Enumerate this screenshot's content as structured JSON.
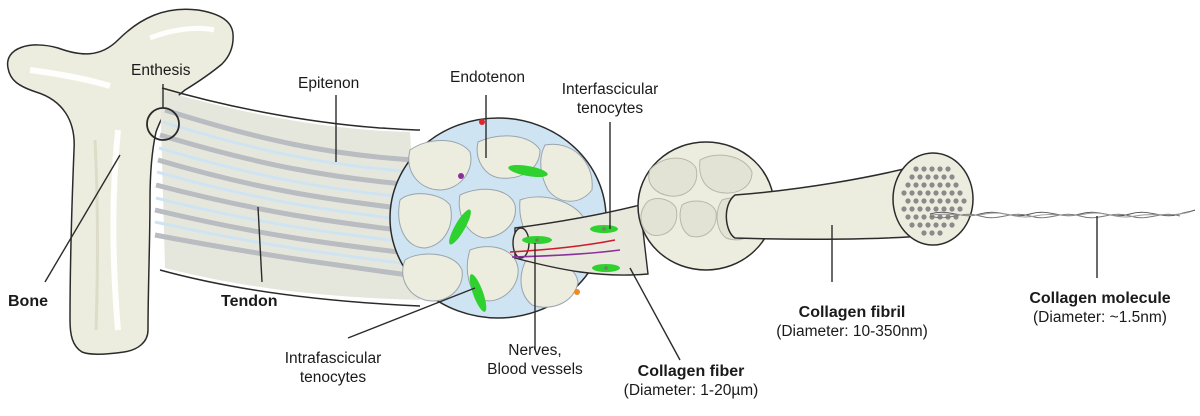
{
  "labels": {
    "enthesis": "Enthesis",
    "epitenon": "Epitenon",
    "endotenon": "Endotenon",
    "interfascicular_line1": "Interfascicular",
    "interfascicular_line2": "tenocytes",
    "bone": "Bone",
    "tendon": "Tendon",
    "intrafascicular_line1": "Intrafascicular",
    "intrafascicular_line2": "tenocytes",
    "nerves_line1": "Nerves,",
    "nerves_line2": "Blood vessels",
    "collagen_fiber": "Collagen fiber",
    "collagen_fiber_diameter": "(Diameter: 1-20µm)",
    "collagen_fibril": "Collagen fibril",
    "collagen_fibril_diameter": "(Diameter: 10-350nm)",
    "collagen_molecule": "Collagen molecule",
    "collagen_molecule_diameter": "(Diameter: ~1.5nm)"
  },
  "colors": {
    "outline": "#2b2b2b",
    "bone_fill": "#ededdf",
    "tissue_fill": "#efefe4",
    "sheath_blue": "#cfe4f3",
    "fascicle_gray": "#b9bcc0",
    "cell_green": "#2fd12f",
    "nucleus": "#7a7a6a",
    "vessel_red": "#d0192b",
    "vessel_purple": "#8b2f9c",
    "dot_red": "#e0242c",
    "dot_purple": "#8a2f9a",
    "dot_orange": "#f08a24",
    "dot_gray": "#8a8a8a"
  }
}
